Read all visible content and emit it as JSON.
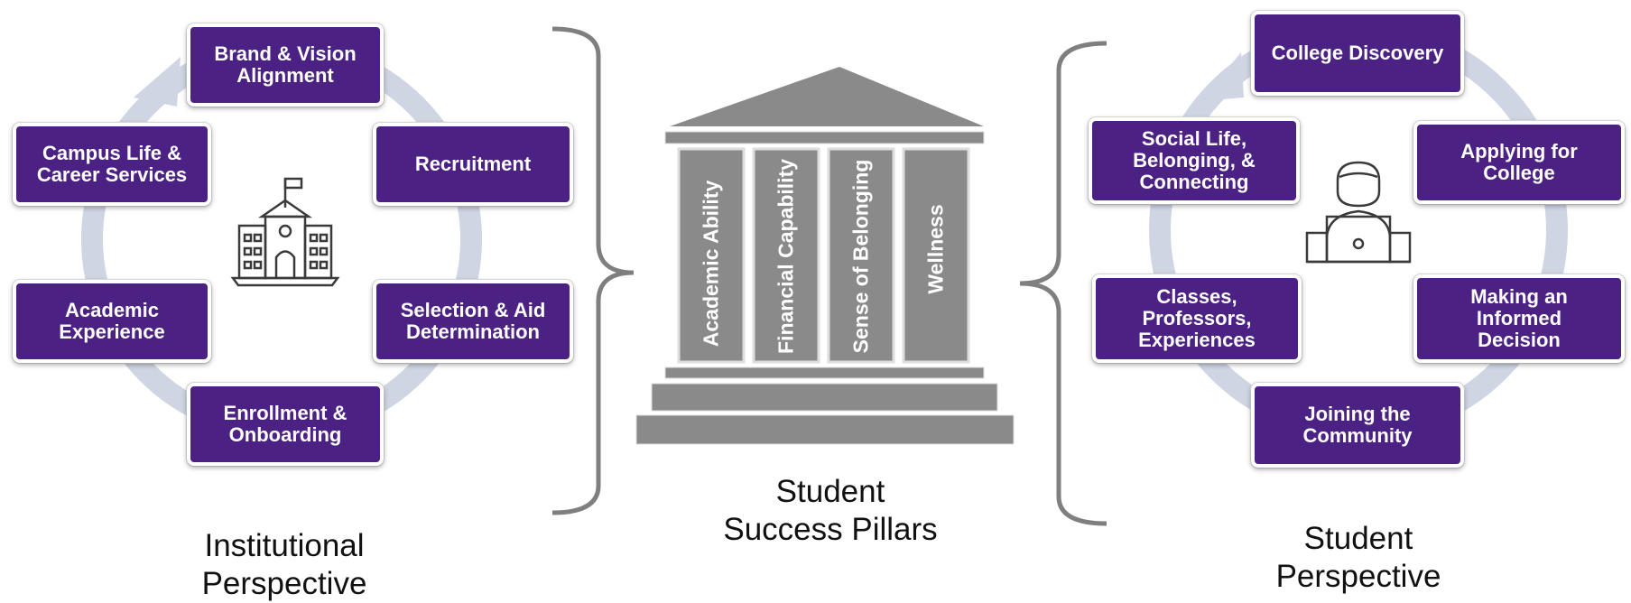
{
  "colors": {
    "box_fill": "#4b2283",
    "ring": "#cfd5e3",
    "bracket": "#7f7f7f",
    "pillar": "#8a8a8a"
  },
  "institutional": {
    "caption": "Institutional\nPerspective",
    "icon": "school-building-icon",
    "steps": [
      "Brand & Vision\nAlignment",
      "Recruitment",
      "Selection & Aid\nDetermination",
      "Enrollment &\nOnboarding",
      "Academic\nExperience",
      "Campus Life &\nCareer Services"
    ]
  },
  "pillars": {
    "caption": "Student\nSuccess Pillars",
    "icon": "temple-icon",
    "items": [
      "Academic Ability",
      "Financial Capability",
      "Sense of Belonging",
      "Wellness"
    ]
  },
  "student": {
    "caption": "Student\nPerspective",
    "icon": "person-laptop-icon",
    "steps": [
      "College Discovery",
      "Applying for\nCollege",
      "Making an\nInformed\nDecision",
      "Joining the\nCommunity",
      "Classes,\nProfessors,\nExperiences",
      "Social Life,\nBelonging, &\nConnecting"
    ]
  }
}
